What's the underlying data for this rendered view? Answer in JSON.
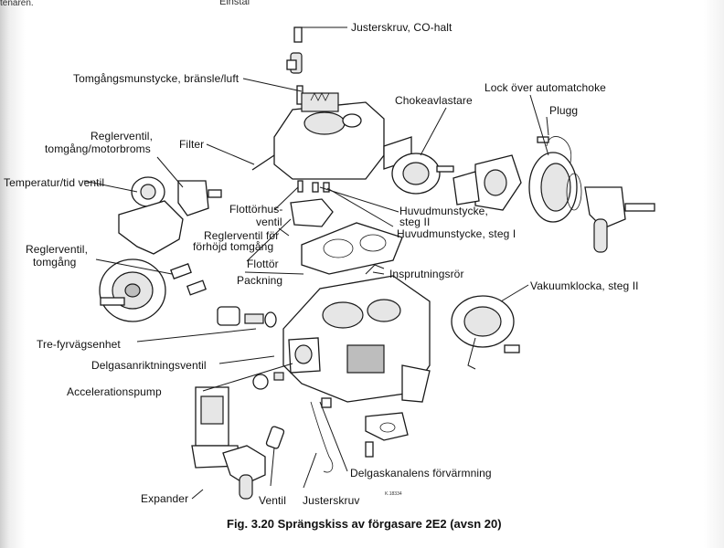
{
  "fragments": {
    "top": "Einstäl",
    "left": "tenaren."
  },
  "caption": "Fig. 3.20 Sprängskiss av förgasare 2E2 (avsn 20)",
  "reference": "K.18334",
  "labels": {
    "justerskruv_co": "Justerskruv, CO-halt",
    "tomgangsmunstycke": "Tomgångsmunstycke, bränsle/luft",
    "chokeavlastare": "Chokeavlastare",
    "lock_automatchoke": "Lock över automatchoke",
    "plugg": "Plugg",
    "reglerventil_motorbroms_1": "Reglerventil,",
    "reglerventil_motorbroms_2": "tomgång/motorbroms",
    "filter": "Filter",
    "temperatur_tid": "Temperatur/tid ventil",
    "flottorhusventil_1": "Flottörhus-",
    "flottorhusventil_2": "ventil",
    "huvudmunstycke_2_1": "Huvudmunstycke,",
    "huvudmunstycke_2_2": "steg II",
    "huvudmunstycke_1": "Huvudmunstycke, steg I",
    "reglerventil_forhojd_1": "Reglerventil för",
    "reglerventil_forhojd_2": "förhöjd tomgång",
    "reglerventil_tomgang_1": "Reglerventil,",
    "reglerventil_tomgang_2": "tomgång",
    "flottor": "Flottör",
    "packning": "Packning",
    "insprutningsror": "Insprutningsrör",
    "vakuumklocka": "Vakuumklocka, steg II",
    "trefyrvagsenhet": "Tre-fyrvägsenhet",
    "delgasanriktning": "Delgasanriktningsventil",
    "accelerationspump": "Accelerationspump",
    "delgaskanalen": "Delgaskanalens förvärmning",
    "expander": "Expander",
    "ventil": "Ventil",
    "justerskruv": "Justerskruv"
  }
}
